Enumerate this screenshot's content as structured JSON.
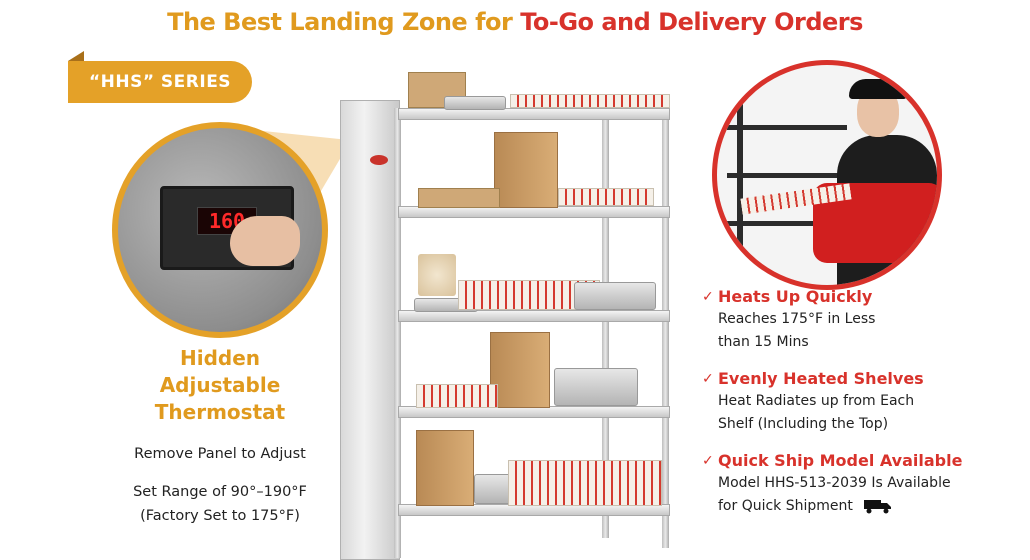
{
  "header": {
    "title_part1": "The Best Landing Zone for ",
    "title_part2": "To-Go and Delivery Orders"
  },
  "badge": {
    "label": "“HHS” SERIES"
  },
  "thermostat": {
    "display_value": "160",
    "title_lines": [
      "Hidden",
      "Adjustable",
      "Thermostat"
    ],
    "desc_line1": "Remove Panel to Adjust",
    "desc_line2": "Set Range of 90°–190°F",
    "desc_line3": "(Factory Set to 175°F)"
  },
  "features": [
    {
      "title": "Heats Up Quickly",
      "lines": [
        "Reaches 175°F in Less",
        "than 15 Mins"
      ]
    },
    {
      "title": "Evenly Heated Shelves",
      "lines": [
        "Heat Radiates up from Each",
        "Shelf (Including the Top)"
      ]
    },
    {
      "title": "Quick Ship Model Available",
      "lines": [
        "Model HHS-513-2039 Is Available",
        "for Quick Shipment"
      ]
    }
  ],
  "icons": {
    "check": "check-icon",
    "truck": "truck-icon"
  },
  "colors": {
    "orange": "#e09a1e",
    "red": "#d8322b",
    "badge": "#e4a128"
  }
}
